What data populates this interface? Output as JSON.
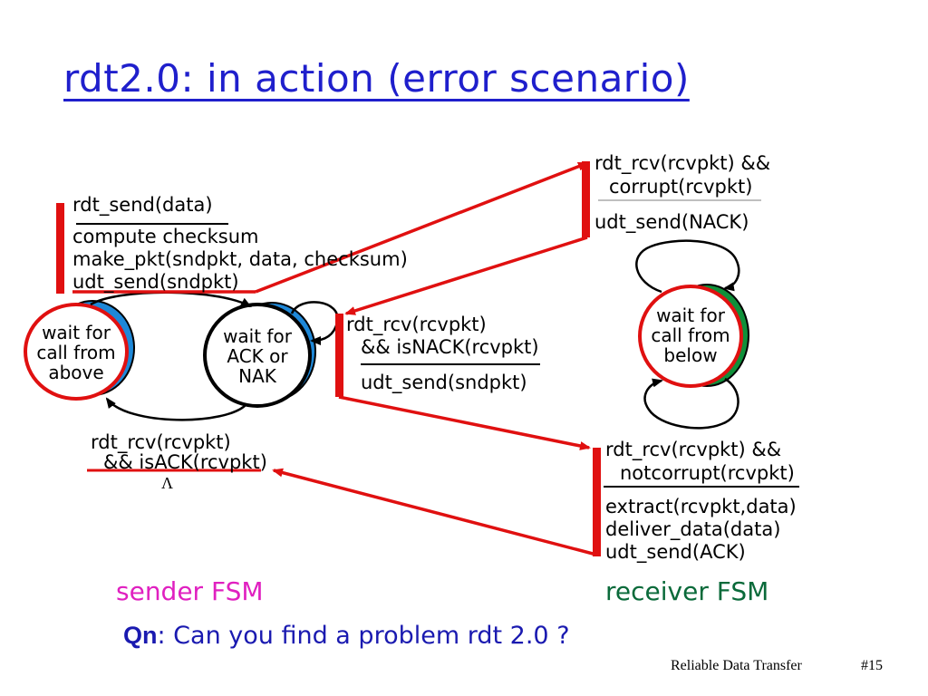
{
  "title": "rdt2.0: in action (error scenario)",
  "sender": {
    "label": "sender FSM",
    "transition_send": {
      "event": "rdt_send(data)",
      "actions": [
        "compute checksum",
        "make_pkt(sndpkt, data, checksum)",
        "udt_send(sndpkt)"
      ]
    },
    "transition_nak": {
      "event_line1": "rdt_rcv(rcvpkt)",
      "event_line2": "&& isNACK(rcvpkt)",
      "action": "udt_send(sndpkt)"
    },
    "transition_ack": {
      "event_line1": "rdt_rcv(rcvpkt)",
      "event_line2": "&& isACK(rcvpkt)",
      "action": "Λ"
    },
    "state_wait_above": [
      "wait for",
      "call from",
      "above"
    ],
    "state_wait_ack": [
      "wait for",
      "ACK or",
      "NAK"
    ]
  },
  "receiver": {
    "label": "receiver FSM",
    "transition_corrupt": {
      "event_line1": "rdt_rcv(rcvpkt) &&",
      "event_line2": "corrupt(rcvpkt)",
      "action": "udt_send(NACK)"
    },
    "transition_ok": {
      "event_line1": "rdt_rcv(rcvpkt) &&",
      "event_line2": "notcorrupt(rcvpkt)",
      "actions": [
        "extract(rcvpkt,data)",
        "deliver_data(data)",
        "udt_send(ACK)"
      ]
    },
    "state_wait_below": [
      "wait for",
      "call from",
      "below"
    ]
  },
  "question": {
    "prefix": "Qn",
    "text": ": Can you find a problem rdt 2.0 ?"
  },
  "footer": {
    "title": "Reliable Data Transfer",
    "page": "#15"
  },
  "colors": {
    "title": "#1f1fcc",
    "highlight": "#e01010",
    "sender_state": "#1e88d8",
    "receiver_state": "#10903a",
    "sender_label": "#e020c0",
    "receiver_label": "#0a6a3a"
  }
}
